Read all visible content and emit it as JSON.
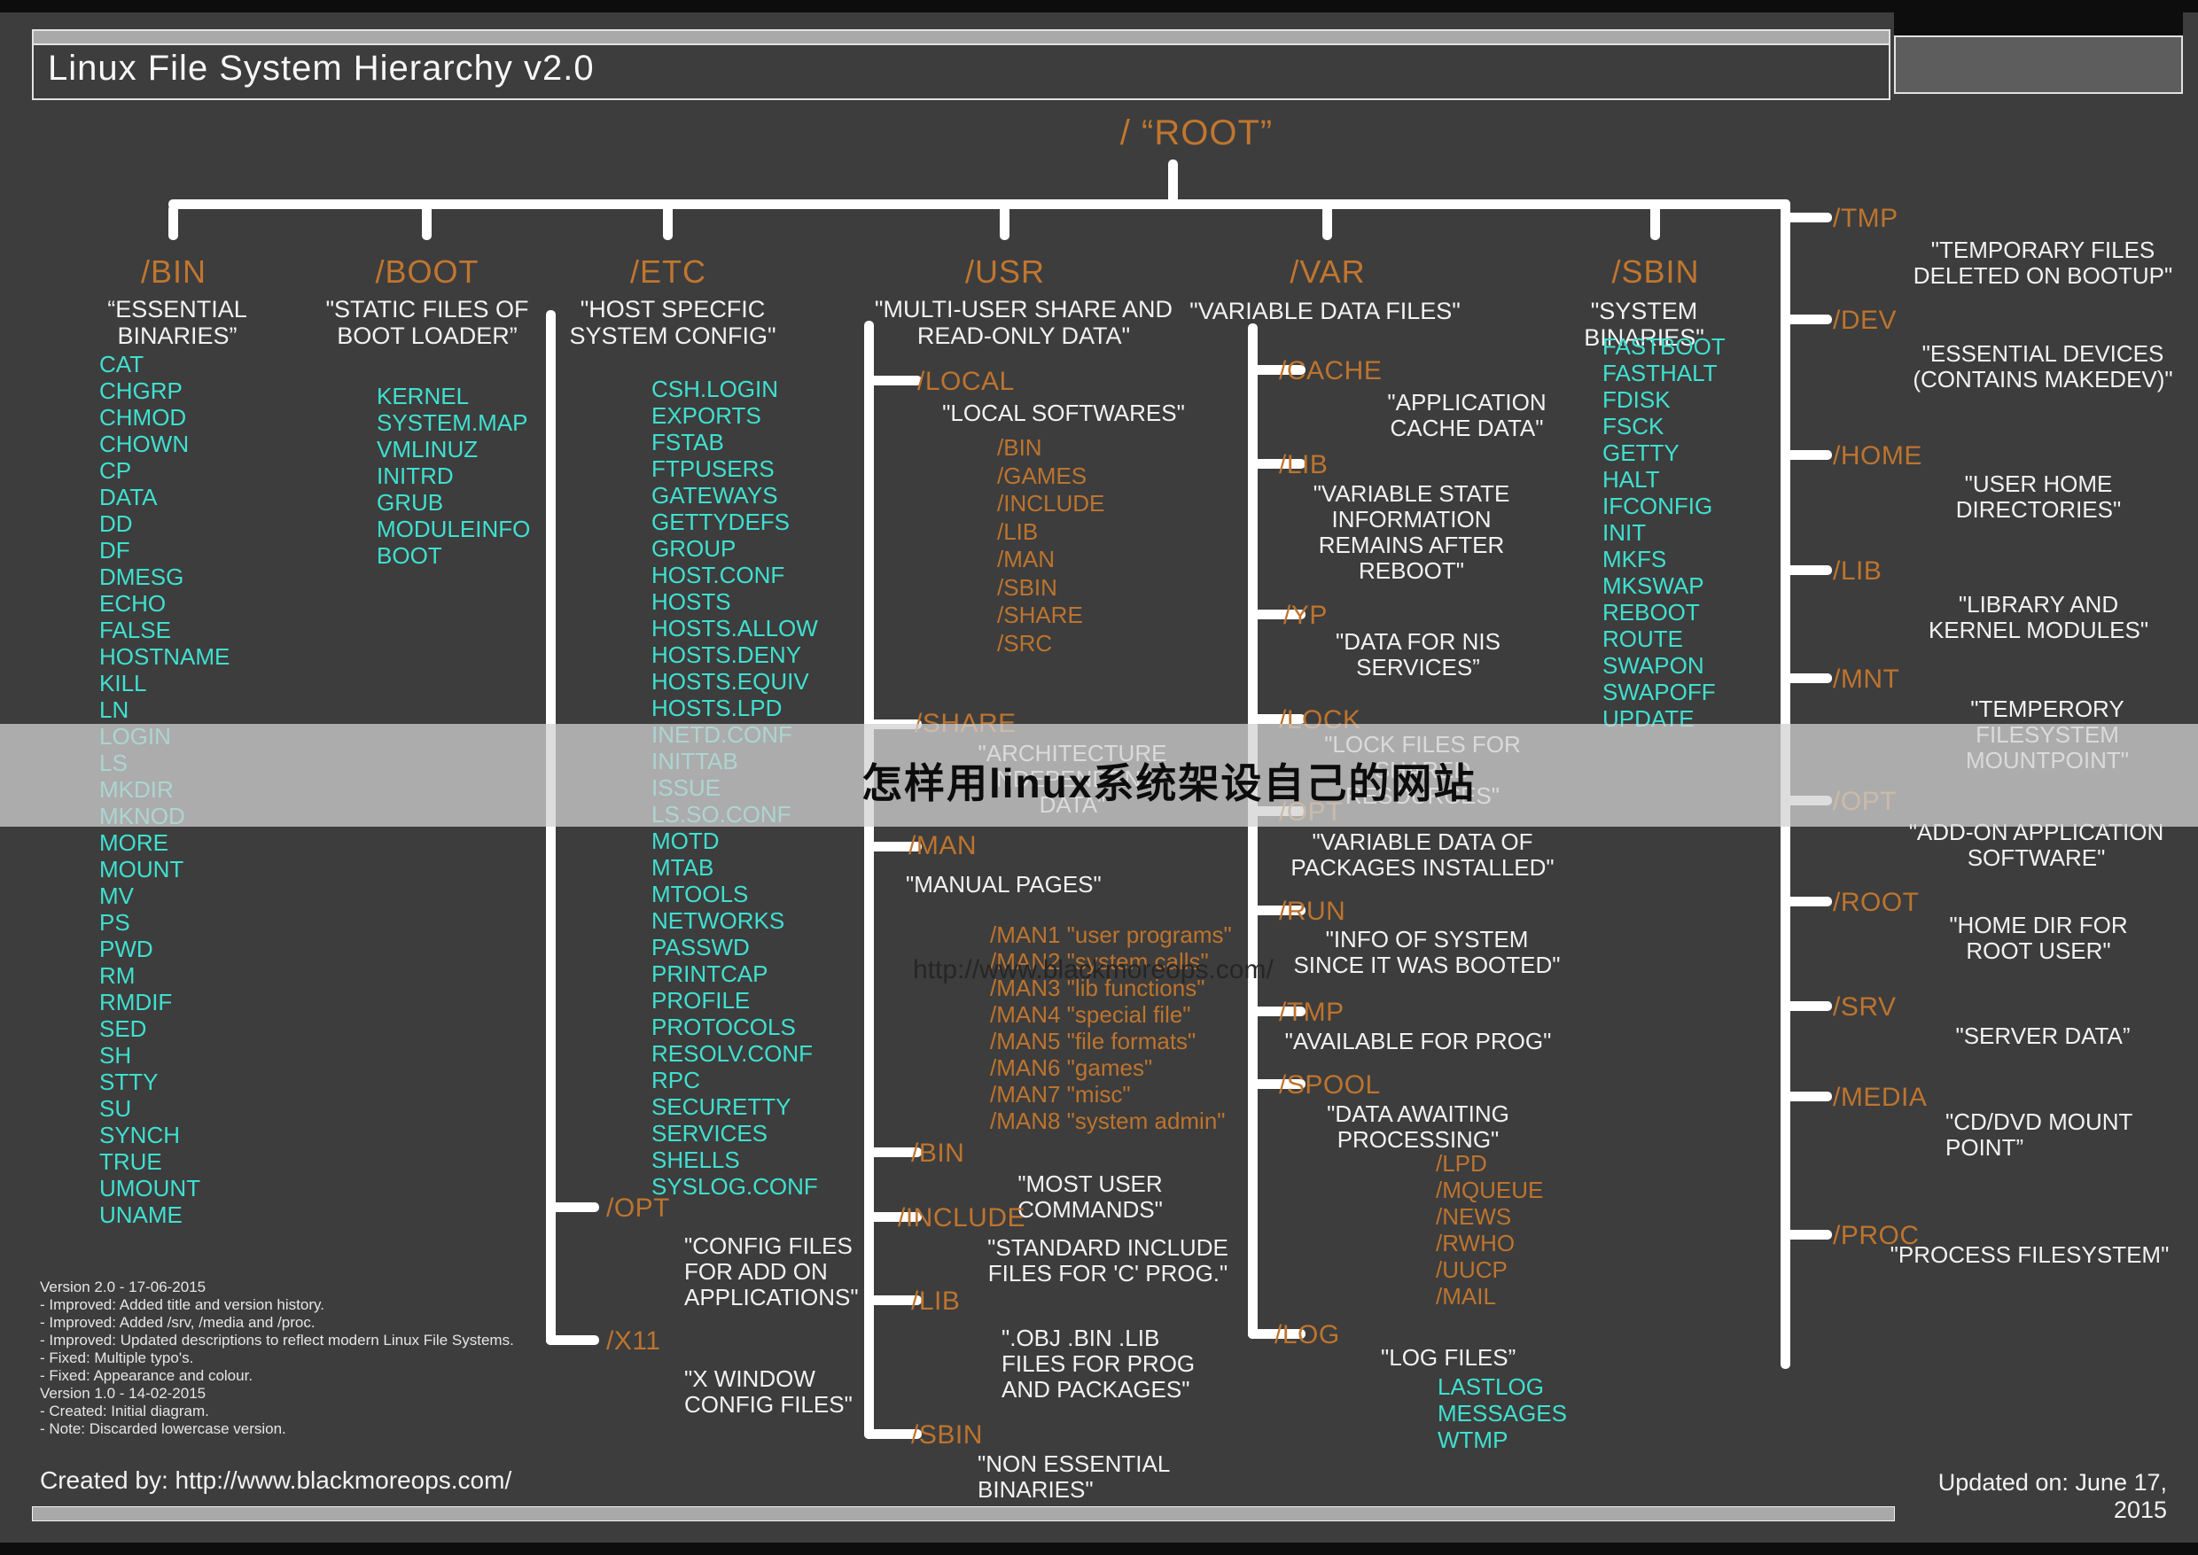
{
  "header": {
    "title": "Linux File System Hierarchy v2.0"
  },
  "root": {
    "label": "/ “ROOT”"
  },
  "watermark": {
    "chinese": "怎样用linux系统架设自己的网站",
    "url": "http://www.blackmoreops.com/"
  },
  "footer": {
    "created_by": "Created by: http://www.blackmoreops.com/",
    "updated_on": "Updated on: June 17, 2015"
  },
  "version_notes": [
    "Version 2.0 - 17-06-2015",
    "- Improved: Added title and version history.",
    "- Improved: Added /srv, /media and /proc.",
    "- Improved: Updated descriptions to reflect modern Linux File Systems.",
    "- Fixed: Multiple typo's.",
    "- Fixed: Appearance and colour.",
    "Version 1.0 - 14-02-2015",
    "- Created: Initial diagram.",
    "- Note: Discarded lowercase version."
  ],
  "colors": {
    "background": "#3d3d3d",
    "orange": "#c0762f",
    "cyan": "#3fe0d0",
    "white_text": "#f2f2f2",
    "band_gray": "#b5b5b5",
    "line_white": "#ffffff"
  },
  "columns": {
    "bin": {
      "name": "/BIN",
      "desc": "“ESSENTIAL BINARIES”",
      "items": [
        "CAT",
        "CHGRP",
        "CHMOD",
        "CHOWN",
        "CP",
        "DATA",
        "DD",
        "DF",
        "DMESG",
        "ECHO",
        "FALSE",
        "HOSTNAME",
        "KILL",
        "LN",
        "LOGIN",
        "LS",
        "MKDIR",
        "MKNOD",
        "MORE",
        "MOUNT",
        "MV",
        "PS",
        "PWD",
        "RM",
        "RMDIF",
        "SED",
        "SH",
        "STTY",
        "SU",
        "SYNCH",
        "TRUE",
        "UMOUNT",
        "UNAME"
      ]
    },
    "boot": {
      "name": "/BOOT",
      "desc": "\"STATIC FILES OF BOOT LOADER”",
      "items": [
        "KERNEL",
        "SYSTEM.MAP",
        "VMLINUZ",
        "INITRD",
        "GRUB",
        "MODULEINFO",
        "BOOT"
      ]
    },
    "etc": {
      "name": "/ETC",
      "desc": "\"HOST SPECFIC SYSTEM CONFIG\"",
      "items": [
        "CSH.LOGIN",
        "EXPORTS",
        "FSTAB",
        "FTPUSERS",
        "GATEWAYS",
        "GETTYDEFS",
        "GROUP",
        "HOST.CONF",
        "HOSTS",
        "HOSTS.ALLOW",
        "HOSTS.DENY",
        "HOSTS.EQUIV",
        "HOSTS.LPD",
        "INETD.CONF",
        "INITTAB",
        "ISSUE",
        "LS.SO.CONF",
        "MOTD",
        "MTAB",
        "MTOOLS",
        "NETWORKS",
        "PASSWD",
        "PRINTCAP",
        "PROFILE",
        "PROTOCOLS",
        "RESOLV.CONF",
        "RPC",
        "SECURETTY",
        "SERVICES",
        "SHELLS",
        "SYSLOG.CONF"
      ],
      "subdirs": [
        {
          "name": "/OPT",
          "desc": "\"CONFIG FILES FOR ADD ON APPLICATIONS\""
        },
        {
          "name": "/X11",
          "desc": "\"X WINDOW CONFIG FILES\""
        }
      ]
    },
    "usr": {
      "name": "/USR",
      "desc": "\"MULTI-USER SHARE AND READ-ONLY DATA\"",
      "local": {
        "name": "/LOCAL",
        "desc": "\"LOCAL SOFTWARES\"",
        "children": [
          "/BIN",
          "/GAMES",
          "/INCLUDE",
          "/LIB",
          "/MAN",
          "/SBIN",
          "/SHARE",
          "/SRC"
        ]
      },
      "share": {
        "name": "/SHARE",
        "desc": "\"ARCHITECTURE INDEPENDENT DATA\""
      },
      "man": {
        "name": "/MAN",
        "desc": "\"MANUAL PAGES\"",
        "pages": [
          "/MAN1 \"user programs\"",
          "/MAN2 \"system calls\"",
          "/MAN3 \"lib functions\"",
          "/MAN4 \"special file\"",
          "/MAN5 \"file formats\"",
          "/MAN6 \"games\"",
          "/MAN7 \"misc\"",
          "/MAN8 \"system admin\""
        ]
      },
      "bin": {
        "name": "/BIN",
        "desc": "\"MOST USER COMMANDS\""
      },
      "include": {
        "name": "/INCLUDE",
        "desc": "\"STANDARD INCLUDE FILES FOR 'C' PROG.\""
      },
      "lib": {
        "name": "/LIB",
        "desc": "\".OBJ .BIN .LIB FILES FOR PROG AND PACKAGES\""
      },
      "sbin": {
        "name": "/SBIN",
        "desc": "\"NON ESSENTIAL BINARIES\""
      }
    },
    "var": {
      "name": "/VAR",
      "desc": "\"VARIABLE DATA FILES\"",
      "subdirs": [
        {
          "name": "/CACHE",
          "desc": "\"APPLICATION CACHE DATA\""
        },
        {
          "name": "/LIB",
          "desc": "\"VARIABLE STATE INFORMATION REMAINS AFTER REBOOT\""
        },
        {
          "name": "/YP",
          "desc": "\"DATA FOR NIS SERVICES”"
        },
        {
          "name": "/LOCK",
          "desc": "\"LOCK FILES FOR SHARED RESOURCES\""
        },
        {
          "name": "/OPT",
          "desc": "\"VARIABLE DATA OF PACKAGES INSTALLED\""
        },
        {
          "name": "/RUN",
          "desc": "\"INFO OF SYSTEM SINCE IT WAS BOOTED\""
        },
        {
          "name": "/TMP",
          "desc": "\"AVAILABLE FOR PROG\""
        },
        {
          "name": "/SPOOL",
          "desc": "\"DATA AWAITING PROCESSING\"",
          "children": [
            "/LPD",
            "/MQUEUE",
            "/NEWS",
            "/RWHO",
            "/UUCP",
            "/MAIL"
          ]
        },
        {
          "name": "/LOG",
          "desc": "\"LOG FILES”",
          "children": [
            "LASTLOG",
            "MESSAGES",
            "WTMP"
          ]
        }
      ]
    },
    "sbin": {
      "name": "/SBIN",
      "desc": "\"SYSTEM BINARIES\"",
      "items": [
        "FASTBOOT",
        "FASTHALT",
        "FDISK",
        "FSCK",
        "GETTY",
        "HALT",
        "IFCONFIG",
        "INIT",
        "MKFS",
        "MKSWAP",
        "REBOOT",
        "ROUTE",
        "SWAPON",
        "SWAPOFF",
        "UPDATE"
      ]
    }
  },
  "right_column": [
    {
      "name": "/TMP",
      "desc": "\"TEMPORARY FILES DELETED ON BOOTUP\""
    },
    {
      "name": "/DEV",
      "desc": "\"ESSENTIAL DEVICES (CONTAINS MAKEDEV)\""
    },
    {
      "name": "/HOME",
      "desc": "\"USER HOME DIRECTORIES\""
    },
    {
      "name": "/LIB",
      "desc": "\"LIBRARY AND KERNEL MODULES\""
    },
    {
      "name": "/MNT",
      "desc": "\"TEMPERORY FILESYSTEM MOUNTPOINT\""
    },
    {
      "name": "/OPT",
      "desc": "\"ADD-ON APPLICATION SOFTWARE\""
    },
    {
      "name": "/ROOT",
      "desc": "\"HOME DIR FOR ROOT USER\""
    },
    {
      "name": "/SRV",
      "desc": "\"SERVER DATA”"
    },
    {
      "name": "/MEDIA",
      "desc": "\"CD/DVD MOUNT POINT”"
    },
    {
      "name": "/PROC",
      "desc": "\"PROCESS FILESYSTEM\""
    }
  ]
}
